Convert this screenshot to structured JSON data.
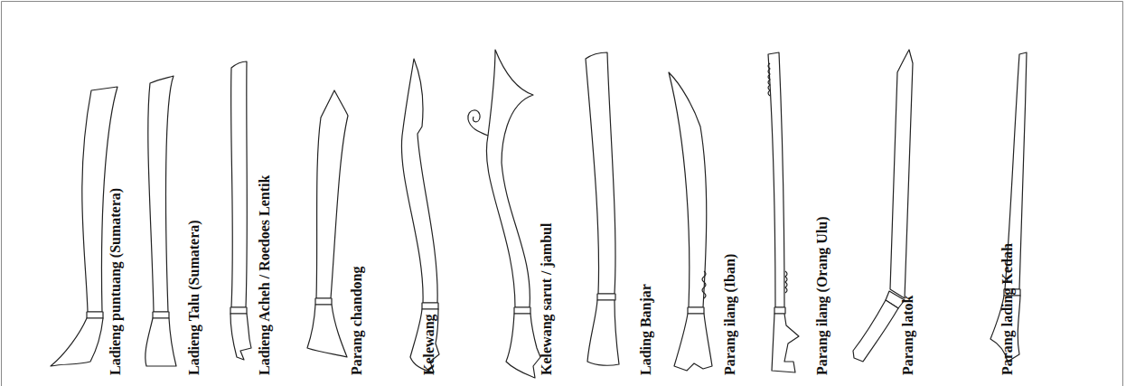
{
  "diagram": {
    "labels": [
      "Ladieng puntuang (Sumatera)",
      "Ladieng Talu (Sumatera)",
      "Ladieng Acheh / Roedoes Lentik",
      "Parang chandong",
      "Kelewang",
      "Kelewang sarut / jambul",
      "Lading Banjar",
      "Parang ilang (Iban)",
      "Parang ilang (Orang Ulu)",
      "Parang latok",
      "Parang lading Kedah"
    ]
  }
}
